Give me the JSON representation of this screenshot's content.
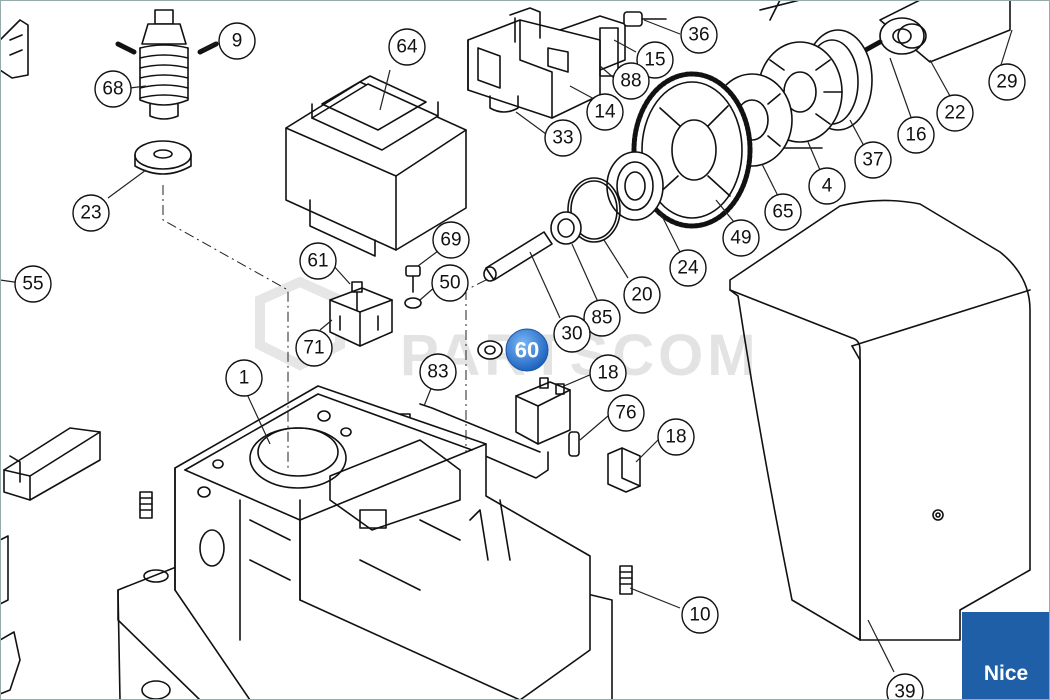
{
  "watermark": "PARTSCOM",
  "brand": {
    "label": "Nice",
    "color": "#1f5fa8"
  },
  "highlight": {
    "label": "60",
    "color": "#2f7fd8"
  },
  "callouts": [
    "9",
    "68",
    "64",
    "36",
    "15",
    "88",
    "14",
    "33",
    "29",
    "22",
    "16",
    "37",
    "4",
    "65",
    "49",
    "24",
    "20",
    "85",
    "30",
    "50",
    "69",
    "61",
    "71",
    "23",
    "55",
    "1",
    "83",
    "18",
    "76",
    "18",
    "10",
    "39"
  ]
}
